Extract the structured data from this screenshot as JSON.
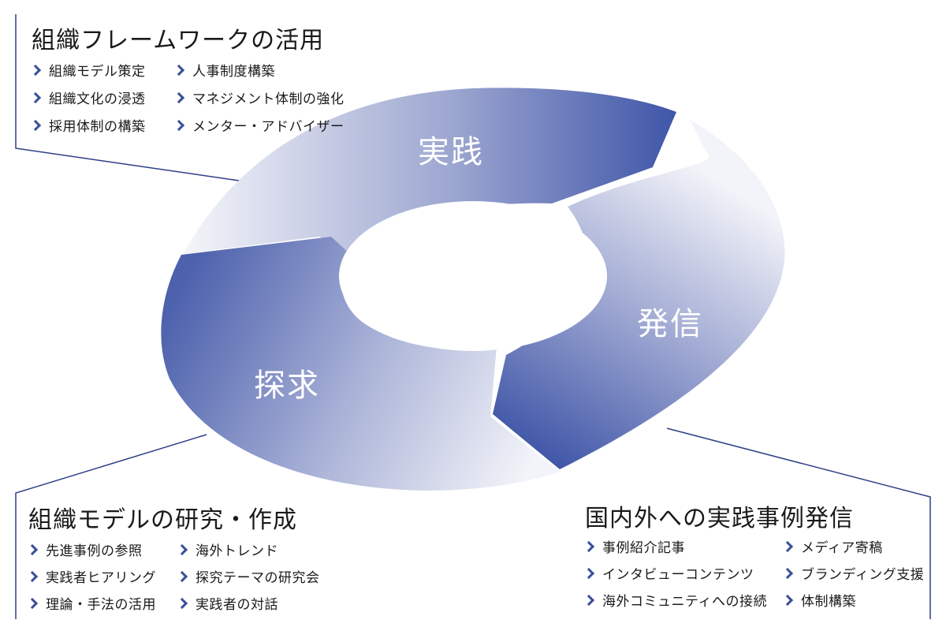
{
  "cycle": {
    "practice_label": "実践",
    "outreach_label": "発信",
    "inquiry_label": "探求"
  },
  "framework_panel": {
    "title": "組織フレームワークの活用",
    "col1": [
      "組織モデル策定",
      "組織文化の浸透",
      "採用体制の構築"
    ],
    "col2": [
      "人事制度構築",
      "マネジメント体制の強化",
      "メンター・アドバイザー"
    ]
  },
  "research_panel": {
    "title": "組織モデルの研究・作成",
    "col1": [
      "先進事例の参照",
      "実践者ヒアリング",
      "理論・手法の活用"
    ],
    "col2": [
      "海外トレンド",
      "探究テーマの研究会",
      "実践者の対話"
    ]
  },
  "outreach_panel": {
    "title": "国内外への実践事例発信",
    "col1": [
      "事例紹介記事",
      "インタビューコンテンツ",
      "海外コミュニティへの接続"
    ],
    "col2": [
      "メディア寄稿",
      "ブランディング支援",
      "体制構築"
    ]
  },
  "colors": {
    "accent": "#3a4f9a",
    "dark_blue": "#3f56a8",
    "light_fade": "#f2f3f9",
    "line": "#2f3f86"
  }
}
